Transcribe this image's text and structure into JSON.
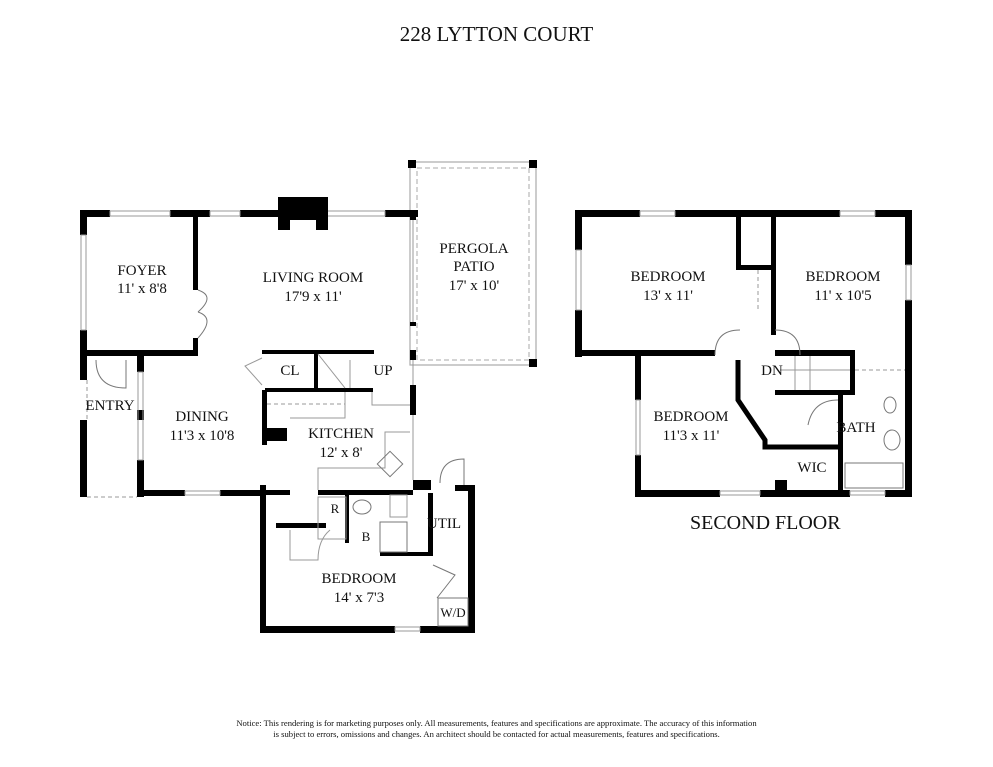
{
  "title": "228 LYTTON COURT",
  "first_floor": {
    "rooms": [
      {
        "name": "FOYER",
        "size": "11' x 8'8"
      },
      {
        "name": "LIVING ROOM",
        "size": "17'9 x 11'"
      },
      {
        "name": "PERGOLA",
        "name2": "PATIO",
        "size": "17' x 10'"
      },
      {
        "name": "ENTRY"
      },
      {
        "name": "DINING",
        "size": "11'3 x 10'8"
      },
      {
        "name": "KITCHEN",
        "size": "12' x 8'"
      },
      {
        "name": "BEDROOM",
        "size": "14' x 7'3"
      }
    ],
    "labels": {
      "closet": "CL",
      "stairs_up": "UP",
      "fridge": "R",
      "bath": "B",
      "utility": "UTIL",
      "washer_dryer": "W/D"
    }
  },
  "second_floor": {
    "label": "SECOND FLOOR",
    "rooms": [
      {
        "name": "BEDROOM",
        "size": "13' x 11'"
      },
      {
        "name": "BEDROOM",
        "size": "11' x 10'5"
      },
      {
        "name": "BEDROOM",
        "size": "11'3 x 11'"
      },
      {
        "name": "BATH"
      },
      {
        "name": "WIC"
      }
    ],
    "labels": {
      "stairs_down": "DN"
    }
  },
  "notice": {
    "line1": "Notice: This rendering is for marketing purposes only. All measurements, features and specifications are approximate. The accuracy of this information",
    "line2": "is subject to errors, omissions and changes. An architect should be contacted for actual measurements, features and specifications."
  }
}
